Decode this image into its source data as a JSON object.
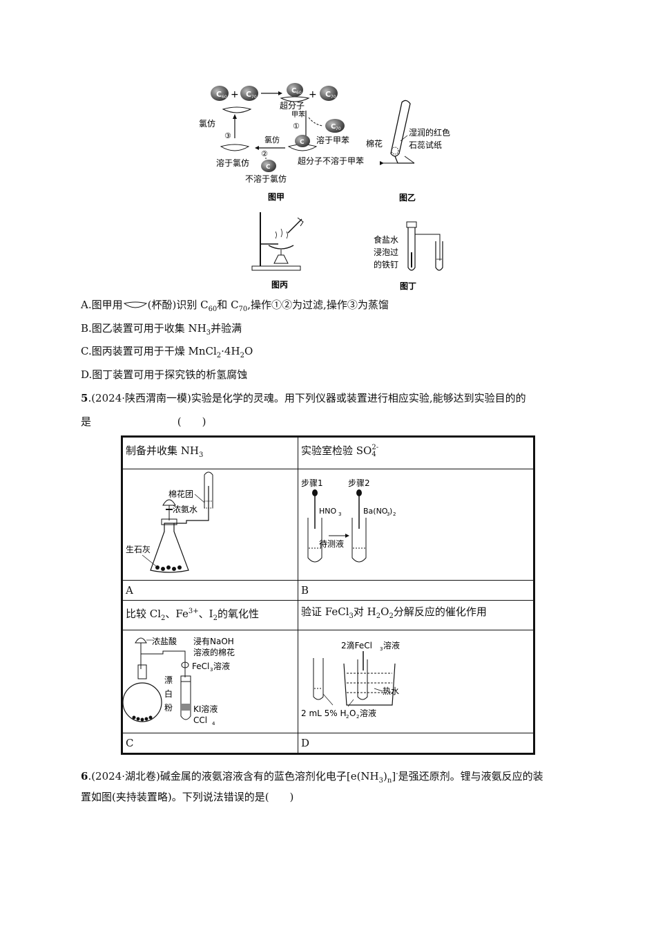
{
  "figures": {
    "jia": {
      "caption": "图甲",
      "c60": "C",
      "c60_sub": "60",
      "c70": "C",
      "c70_sub": "70",
      "plus": "+",
      "supramolecule": "超分子",
      "toluene": "甲苯",
      "step1": "①",
      "dissolve_toluene": "溶于甲苯",
      "chloroform": "氯仿",
      "step2": "②",
      "step3": "③",
      "insoluble_toluene": "超分子不溶于甲苯",
      "dissolve_chloroform": "溶于氯仿",
      "insoluble_chloroform": "不溶于氯仿"
    },
    "yi": {
      "caption": "图乙",
      "cotton": "棉花",
      "paper_line1": "湿润的红色",
      "paper_line2": "石蕊试纸"
    },
    "bing": {
      "caption": "图丙"
    },
    "ding": {
      "caption": "图丁",
      "label_line1": "食盐水",
      "label_line2": "浸泡过",
      "label_line3": "的铁钉"
    }
  },
  "q4_options": {
    "A_pre": "A.图甲用",
    "A_mid": "(杯酚)识别 C",
    "A_c60sub": "60",
    "A_and": "和 C",
    "A_c70sub": "70",
    "A_post": ",操作①②为过滤,操作③为蒸馏",
    "B_pre": "B.图乙装置可用于收集 NH",
    "B_sub": "3",
    "B_post": "并验满",
    "C_pre": "C.图丙装置可用于干燥 MnCl",
    "C_sub": "2",
    "C_mid": "·4H",
    "C_sub2": "2",
    "C_post": "O",
    "D": "D.图丁装置可用于探究铁的析氢腐蚀"
  },
  "q5": {
    "number": "5",
    "stem_line1": ".(2024·陕西渭南一模)实验是化学的灵魂。用下列仪器或装置进行相应实验,能够达到实验目的的",
    "stem_line2": "是",
    "paren": "(　　)",
    "cells": {
      "a_title_pre": "制备并收集 NH",
      "a_title_sub": "3",
      "b_title_pre": "实验室检验 SO",
      "b_title_sub": "4",
      "b_title_sup": "2-",
      "a_label": "A",
      "b_label": "B",
      "c_title_pre": "比较 Cl",
      "c_title_sub": "2",
      "c_title_mid": "、Fe",
      "c_title_sup": "3+",
      "c_title_mid2": "、I",
      "c_title_sub2": "2",
      "c_title_post": "的氧化性",
      "d_title_pre": "验证 FeCl",
      "d_title_sub": "3",
      "d_title_mid": "对 H",
      "d_title_sub2": "2",
      "d_title_mid2": "O",
      "d_title_sub3": "2",
      "d_title_post": "分解反应的催化作用",
      "c_label": "C",
      "d_label": "D"
    },
    "fig_a": {
      "cotton": "棉花团",
      "ammonia": "浓氨水",
      "lime": "生石灰"
    },
    "fig_b": {
      "step1": "步骤1",
      "step2": "步骤2",
      "hno3": "HNO",
      "hno3_sub": "3",
      "bano3": "Ba(NO",
      "bano3_sub": "3",
      "bano3_close": ")",
      "bano3_sub2": "2",
      "sample": "待测液"
    },
    "fig_c": {
      "hcl": "浓盐酸",
      "naoh1": "浸有NaOH",
      "naoh2": "溶液的棉花",
      "fecl3": "FeCl",
      "fecl3_sub": "3",
      "fecl3_post": "溶液",
      "bleach1": "漂",
      "bleach2": "白",
      "bleach3": "粉",
      "ki": "KI溶液",
      "ccl4": "CCl",
      "ccl4_sub": "4"
    },
    "fig_d": {
      "drops": "2滴FeCl",
      "drops_sub": "3",
      "drops_post": "溶液",
      "hot_water": "热水",
      "h2o2": "2 mL 5% H",
      "h2o2_sub": "2",
      "h2o2_mid": "O",
      "h2o2_sub2": "2",
      "h2o2_post": "溶液"
    }
  },
  "q6": {
    "number": "6",
    "stem_line1_pre": ".(2024·湖北卷)碱金属的液氨溶液含有的蓝色溶剂化电子[e(NH",
    "stem_sub": "3",
    "stem_close": ")",
    "stem_subn": "n",
    "stem_sup": "]",
    "stem_sup2": "-",
    "stem_line1_post": "是强还原剂。锂与液氨反应的装",
    "stem_line2": "置如图(夹持装置略)。下列说法错误的是(　　)"
  }
}
